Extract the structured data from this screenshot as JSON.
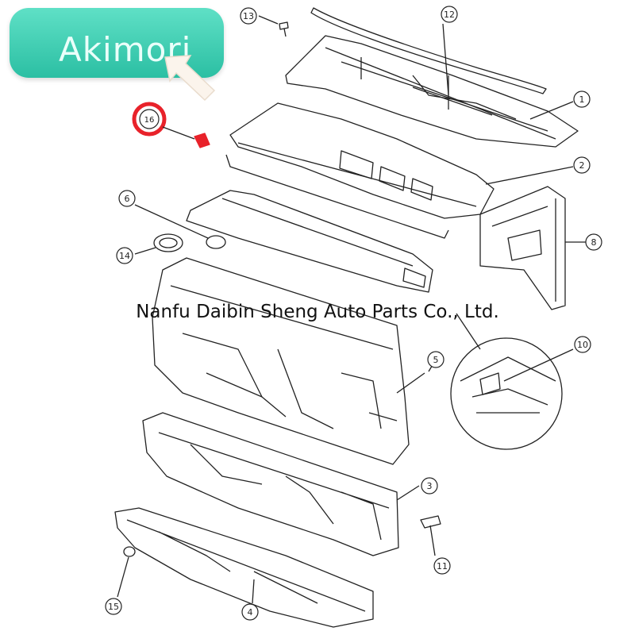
{
  "brand": {
    "name": "Akimori",
    "color": "#2bbfa3"
  },
  "watermark": "Nanfu Daibin Sheng Auto Parts Co., Ltd.",
  "highlight_color": "#e8222a",
  "callouts": [
    "1",
    "2",
    "3",
    "4",
    "5",
    "6",
    "8",
    "10",
    "11",
    "12",
    "13",
    "14",
    "15",
    "16"
  ]
}
